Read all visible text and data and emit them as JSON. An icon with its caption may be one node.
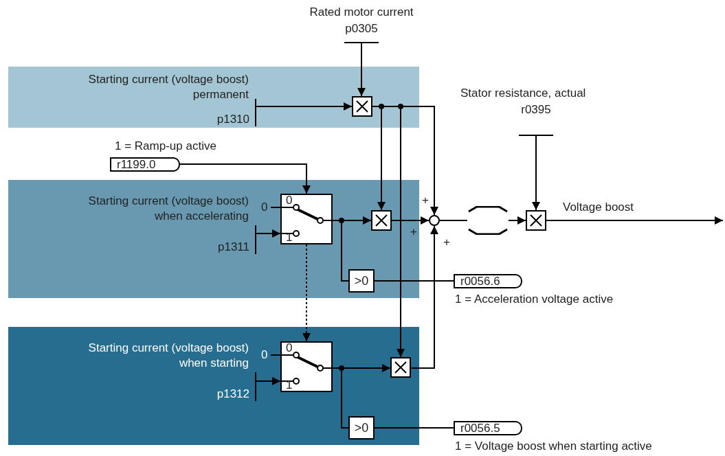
{
  "diagram": {
    "nodes": [
      {
        "text": [
          "Starting current (voltage boost) permanent"
        ]
      },
      {
        "text": [
          "p1310"
        ],
        "in": 0
      },
      {
        "text": [
          "Rated motor current",
          "p0305"
        ]
      },
      {
        "text": [],
        "shape": "box",
        "in": 0
      },
      {
        "text": [
          "r1199.0"
        ],
        "beside": [
          "1 = Ramp-up active"
        ]
      },
      {
        "text": [
          "Starting current (voltage boost) when accelerating"
        ]
      },
      {
        "text": [
          "0"
        ],
        "in": 5
      },
      {
        "text": [
          "p1311"
        ],
        "in": 5
      },
      {
        "text": [
          "0",
          "1"
        ],
        "in": 5
      },
      {
        "text": [],
        "shape": "box",
        "in": 5
      },
      {
        "text": [
          ">0"
        ],
        "in": 5
      },
      {
        "text": [
          "r0056.6"
        ],
        "beside": [
          "1 = Acceleration voltage active"
        ]
      },
      {
        "text": [
          "Starting current (voltage boost) when starting"
        ]
      },
      {
        "text": [
          "0"
        ],
        "in": 12
      },
      {
        "text": [
          "p1312"
        ],
        "in": 12
      },
      {
        "text": [
          "0",
          "1"
        ],
        "in": 12
      },
      {
        "text": [],
        "shape": "box",
        "in": 12
      },
      {
        "text": [
          ">0"
        ],
        "in": 12
      },
      {
        "text": [
          "r0056.5"
        ],
        "beside": [
          "1 = Voltage boost when starting active"
        ]
      },
      {
        "text": [],
        "shape": "circle",
        "beside": [
          "+",
          "+",
          "+"
        ]
      },
      {
        "text": [],
        "shape": "picture"
      },
      {
        "text": [
          "Stator resistance, actual",
          "r0395"
        ]
      },
      {
        "text": [],
        "shape": "box"
      }
    ],
    "edges": [
      {
        "from": 2,
        "to": 3,
        "arrow": "to"
      },
      {
        "from": 1,
        "to": 3,
        "arrow": "to"
      },
      {
        "from": 3,
        "to": 9,
        "arrow": "to"
      },
      {
        "from": 3,
        "to": 16,
        "arrow": "to"
      },
      {
        "from": 3,
        "to": 19,
        "arrow": "to"
      },
      {
        "from": 4,
        "to": 8,
        "arrow": "to"
      },
      {
        "from": 8,
        "to": 15,
        "arrow": "to",
        "style": "dashed"
      },
      {
        "from": 6,
        "to": 8,
        "arrow": "none"
      },
      {
        "from": 7,
        "to": 8,
        "arrow": "to"
      },
      {
        "from": 8,
        "to": 9,
        "arrow": "to"
      },
      {
        "from": 8,
        "to": 10,
        "arrow": "none"
      },
      {
        "from": 10,
        "to": 11,
        "arrow": "none"
      },
      {
        "from": 9,
        "to": 19,
        "arrow": "to"
      },
      {
        "from": 13,
        "to": 15,
        "arrow": "none"
      },
      {
        "from": 14,
        "to": 15,
        "arrow": "to"
      },
      {
        "from": 15,
        "to": 16,
        "arrow": "to"
      },
      {
        "from": 15,
        "to": 17,
        "arrow": "none"
      },
      {
        "from": 17,
        "to": 18,
        "arrow": "none"
      },
      {
        "from": 16,
        "to": 19,
        "arrow": "to"
      },
      {
        "from": 19,
        "to": 20,
        "arrow": "none"
      },
      {
        "from": 20,
        "to": 22,
        "arrow": "to"
      },
      {
        "from": 21,
        "to": 22,
        "arrow": "to"
      },
      {
        "from": 22,
        "to": null,
        "arrow": "to",
        "label": "Voltage boost"
      }
    ]
  }
}
